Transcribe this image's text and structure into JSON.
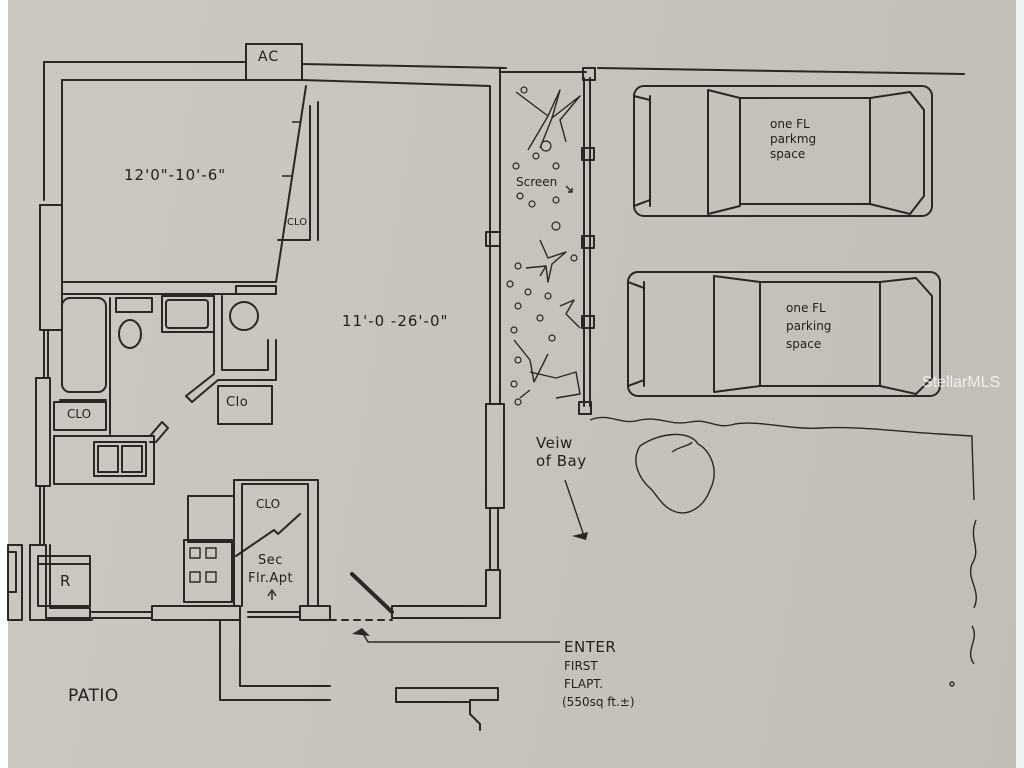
{
  "plan": {
    "title": "First Floor Apartment Floor Plan (hand-drawn)",
    "colors": {
      "paper": "#c9c6bf",
      "ink": "#2a2724",
      "watermark": "#ffffff"
    },
    "labels": {
      "ac": "AC",
      "bedroom_dims": "12'0\"-10'-6\"",
      "bedroom_closet": "CLO",
      "living_dims": "11'-0 -26'-0\"",
      "bath_closet": "CLO",
      "hall_closet": "Clo",
      "stair_closet": "CLO",
      "stairs_line1": "Sec",
      "stairs_line2": "Flr.Apt",
      "refrigerator": "R",
      "patio": "PATIO",
      "screen": "Screen",
      "view_line1": "Veiw",
      "view_line2": "of Bay",
      "enter_line1": "ENTER",
      "enter_line2": "FIRST",
      "enter_line3": "FLAPT.",
      "enter_line4": "(550sq ft.±)"
    },
    "parking": [
      {
        "line1": "one FL",
        "line2": "parkmg",
        "line3": "space"
      },
      {
        "line1": "one FL",
        "line2": "parking",
        "line3": "space"
      }
    ],
    "watermark": "StellarMLS"
  }
}
